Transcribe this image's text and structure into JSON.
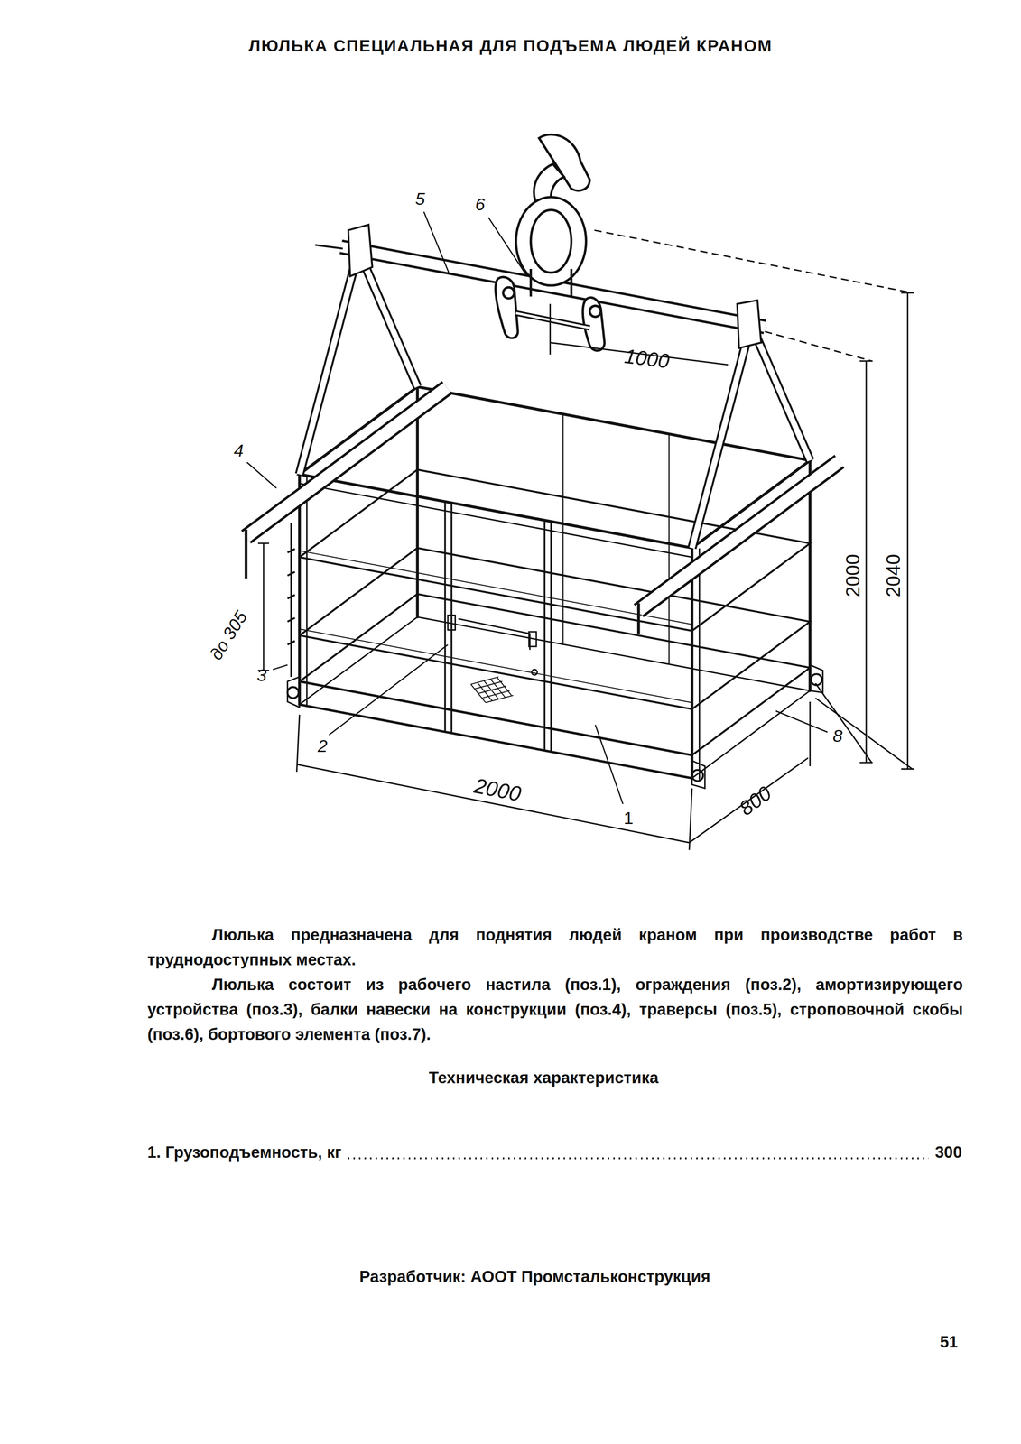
{
  "diagram": {
    "title": "ЛЮЛЬКА СПЕЦИАЛЬНАЯ ДЛЯ ПОДЪЕМА ЛЮДЕЙ КРАНОМ",
    "labels": [
      "5",
      "6",
      "1000",
      "4",
      "2000",
      "2040",
      "до 305",
      "3",
      "2",
      "8",
      "2000",
      "800",
      "1",
      "Люлька предназначена для поднятия людей краном при производстве работ в труднодоступных местах.",
      "Люлька состоит из рабочего настила (поз.1), ограждения (поз.2), амортизирующего устройства (поз.3), балки навески на конструкции (поз.4), траверсы (поз.5), строповочной скобы (поз.6), бортового элемента (поз.7).",
      "Техническая характеристика",
      "1. Грузоподъемность, кг",
      "300",
      "Разработчик: АООТ Промстальконструкция",
      "51"
    ]
  }
}
